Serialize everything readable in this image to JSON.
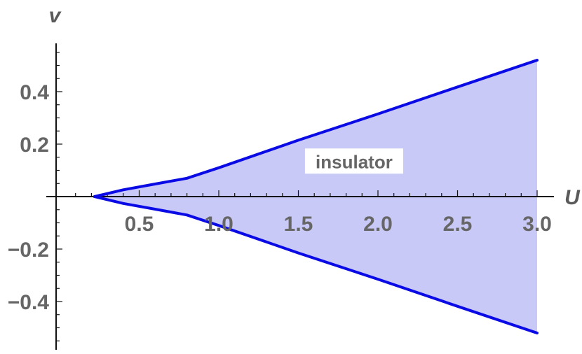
{
  "chart_data": {
    "type": "area",
    "xlabel": "U",
    "ylabel": "v",
    "xlim": [
      -0.03,
      3.0
    ],
    "ylim": [
      -0.58,
      0.56
    ],
    "x_ticks": [
      0.5,
      1.0,
      1.5,
      2.0,
      2.5,
      3.0
    ],
    "x_tick_labels": [
      "0.5",
      "1.0",
      "1.5",
      "2.0",
      "2.5",
      "3.0"
    ],
    "y_ticks": [
      0.4,
      0.2,
      -0.2,
      -0.4
    ],
    "y_tick_labels": [
      "0.4",
      "0.2",
      "−0.2",
      "−0.4"
    ],
    "grid": false,
    "series": [
      {
        "role": "upper-boundary",
        "x": [
          0.22,
          0.4,
          0.6,
          0.8,
          1.0,
          1.5,
          2.0,
          2.5,
          3.0
        ],
        "y": [
          0.0,
          0.026,
          0.048,
          0.07,
          0.11,
          0.215,
          0.315,
          0.418,
          0.52
        ]
      },
      {
        "role": "lower-boundary",
        "x": [
          0.22,
          0.4,
          0.6,
          0.8,
          1.0,
          1.5,
          2.0,
          2.5,
          3.0
        ],
        "y": [
          0.0,
          -0.026,
          -0.048,
          -0.07,
          -0.11,
          -0.215,
          -0.315,
          -0.418,
          -0.52
        ]
      }
    ],
    "line_color": "#0a0ae6",
    "fill_color": "#c9c9f7",
    "annotations": [
      {
        "text": "insulator",
        "x": 1.85,
        "y": 0.13
      }
    ]
  }
}
